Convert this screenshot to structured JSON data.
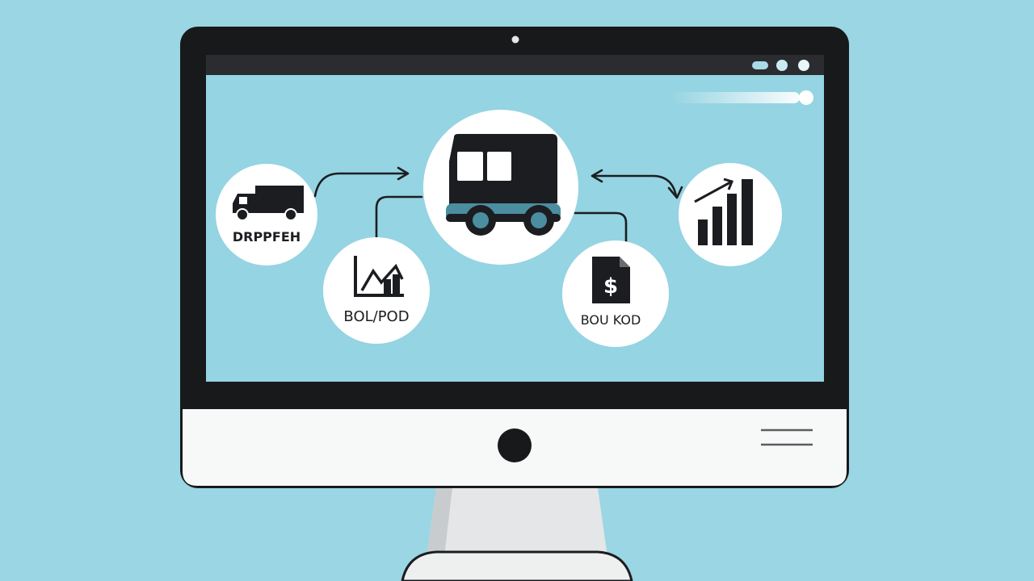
{
  "colors": {
    "background": "#9ad6e3",
    "screen": "#95d4e2",
    "bezel": "#18191b",
    "chin": "#f7f8f8",
    "node_fill": "#ffffff",
    "ink": "#1c1d21",
    "accent": "#4a8ea0"
  },
  "nodes": {
    "truck_center": {
      "icon": "truck-front-icon"
    },
    "dispatch": {
      "icon": "delivery-truck-icon",
      "label": "DRPPFEH"
    },
    "bol_left": {
      "icon": "line-chart-icon",
      "label": "BOL/POD"
    },
    "bol_right": {
      "icon": "invoice-dollar-icon",
      "label": "BOU KOD",
      "icon_glyph": "$"
    },
    "analytics": {
      "icon": "bar-chart-up-icon"
    }
  },
  "window_controls": {
    "dots": 3
  },
  "monitor": {
    "camera": "camera-dot-icon",
    "logo": "power-button-icon",
    "menu": "menu-lines-icon"
  }
}
